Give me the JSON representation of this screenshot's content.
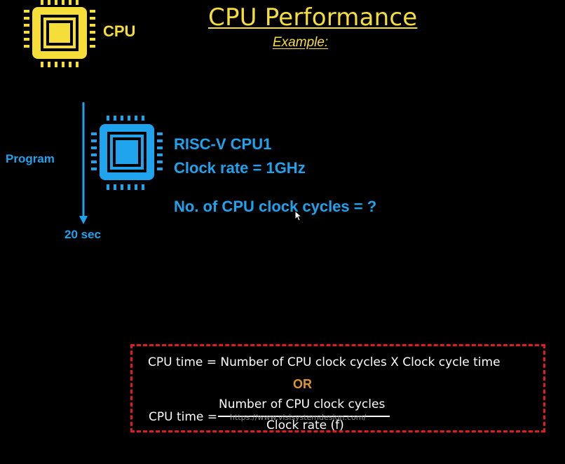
{
  "header": {
    "title": "CPU Performance",
    "subtitle": "Example:",
    "cpu_label": "CPU"
  },
  "timeline": {
    "program_label": "Program",
    "duration_label": "20 sec"
  },
  "cpu1": {
    "name": "RISC-V CPU1",
    "clock_rate": "Clock rate = 1GHz",
    "cycles_question": "No. of CPU clock cycles = ?"
  },
  "formula": {
    "line1": "CPU time = Number of CPU clock cycles X Clock cycle time",
    "or_label": "OR",
    "lhs": "CPU time =",
    "numerator": "Number of CPU clock cycles",
    "denominator": "Clock rate (f)",
    "watermark": "https://www.visisystemdesign.com/"
  },
  "colors": {
    "yellow": "#f5dd3a",
    "blue": "#1fa3ec",
    "red_dashed": "#e11c1c",
    "or_orange": "#d9982a",
    "background": "#000000"
  },
  "icons": [
    "cpu-chip-icon-yellow",
    "cpu-chip-icon-blue",
    "down-arrow-icon",
    "mouse-cursor-icon"
  ]
}
